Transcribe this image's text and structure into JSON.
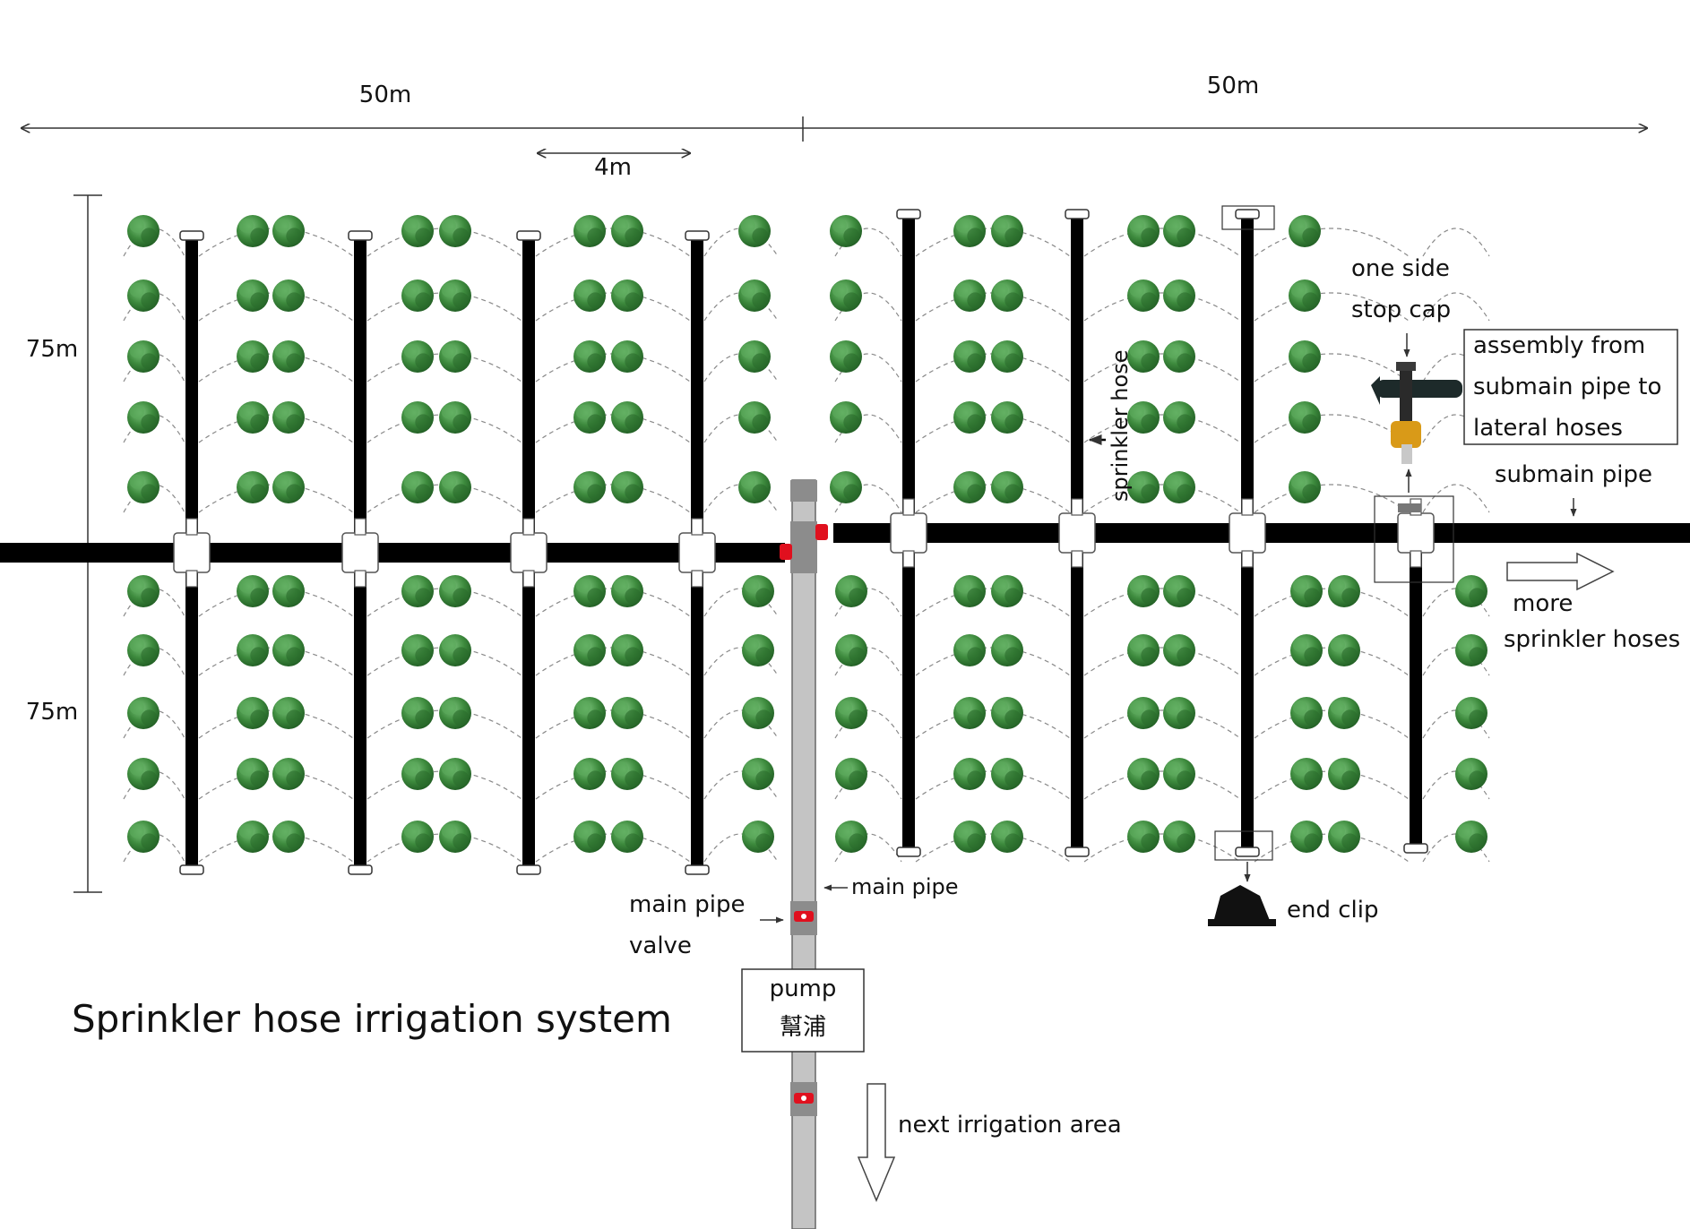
{
  "dimensions": {
    "width_left": "50m",
    "width_right": "50m",
    "lateral_spacing": "4m",
    "length_top": "75m",
    "length_bottom": "75m"
  },
  "labels": {
    "title": "Sprinkler hose irrigation system",
    "sprinkler_hose": "sprinkler hose",
    "one_side_stop_cap_l1": "one side",
    "one_side_stop_cap_l2": "stop cap",
    "assembly_l1": "assembly from",
    "assembly_l2": "submain pipe to",
    "assembly_l3": "lateral hoses",
    "submain_pipe": "submain pipe",
    "more_hoses_l1": "more",
    "more_hoses_l2": "sprinkler hoses",
    "main_pipe": "main pipe",
    "main_pipe_valve_l1": "main pipe",
    "main_pipe_valve_l2": "valve",
    "pump_en": "pump",
    "pump_zh": "幫浦",
    "end_clip": "end clip",
    "next_area": "next irrigation area"
  },
  "colors": {
    "pipe": "#000000",
    "main_pipe": "#c4c4c4",
    "valve": "#e0101e",
    "tree": "#3d8a3d",
    "tree_dark": "#1f5a22",
    "spray_arc": "#8a8a8a"
  }
}
